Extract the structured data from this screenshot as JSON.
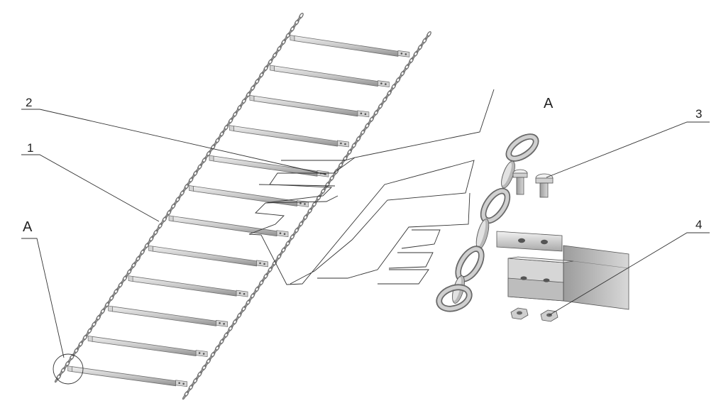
{
  "callouts": {
    "part_1": "1",
    "part_2": "2",
    "part_3": "3",
    "part_4": "4"
  },
  "views": {
    "detail_label_main": "A",
    "detail_label_view": "A"
  },
  "colors": {
    "line": "#333333",
    "chain": "#8a8a8a",
    "slat_light": "#d9d9d9",
    "slat_dark": "#9a9a9a",
    "metal_light": "#e6e6e6",
    "metal_mid": "#bdbdbd",
    "metal_dark": "#7d7d7d"
  },
  "slat_count": 12
}
